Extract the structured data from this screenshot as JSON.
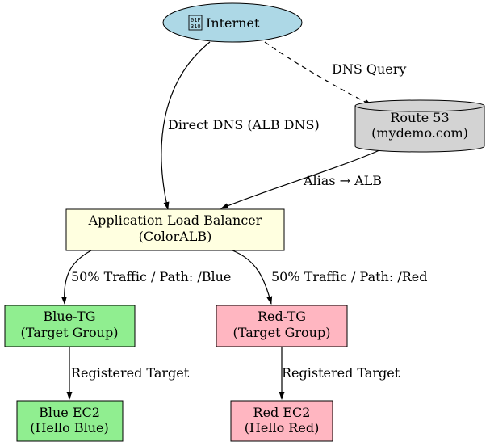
{
  "diagram": {
    "nodes": {
      "internet": {
        "icon": "globe-icon",
        "label": "Internet",
        "fill": "#add8e6"
      },
      "route53": {
        "line1": "Route 53",
        "line2": "(mydemo.com)",
        "fill": "#d3d3d3"
      },
      "alb": {
        "line1": "Application Load Balancer",
        "line2": "(ColorALB)",
        "fill": "#ffffe0"
      },
      "blue_tg": {
        "line1": "Blue-TG",
        "line2": "(Target Group)",
        "fill": "#90ee90"
      },
      "red_tg": {
        "line1": "Red-TG",
        "line2": "(Target Group)",
        "fill": "#ffb6c1"
      },
      "blue_ec2": {
        "line1": "Blue EC2",
        "line2": "(Hello Blue)",
        "fill": "#90ee90"
      },
      "red_ec2": {
        "line1": "Red EC2",
        "line2": "(Hello Red)",
        "fill": "#ffb6c1"
      }
    },
    "edges": {
      "dns_query": "DNS Query",
      "direct_dns": "Direct DNS (ALB DNS)",
      "alias": "Alias → ALB",
      "blue_traffic": "50% Traffic / Path: /Blue",
      "red_traffic": "50% Traffic / Path: /Red",
      "blue_registered": "Registered Target",
      "red_registered": "Registered Target"
    }
  }
}
